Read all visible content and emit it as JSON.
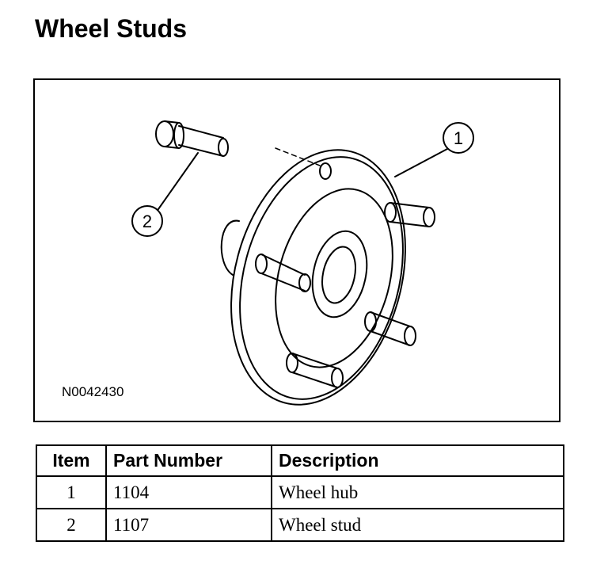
{
  "page": {
    "title": "Wheel Studs"
  },
  "figure": {
    "id": "N0042430",
    "callouts": [
      "1",
      "2"
    ]
  },
  "table": {
    "headers": [
      "Item",
      "Part Number",
      "Description"
    ],
    "rows": [
      [
        "1",
        "1104",
        "Wheel hub"
      ],
      [
        "2",
        "1107",
        "Wheel stud"
      ]
    ]
  }
}
